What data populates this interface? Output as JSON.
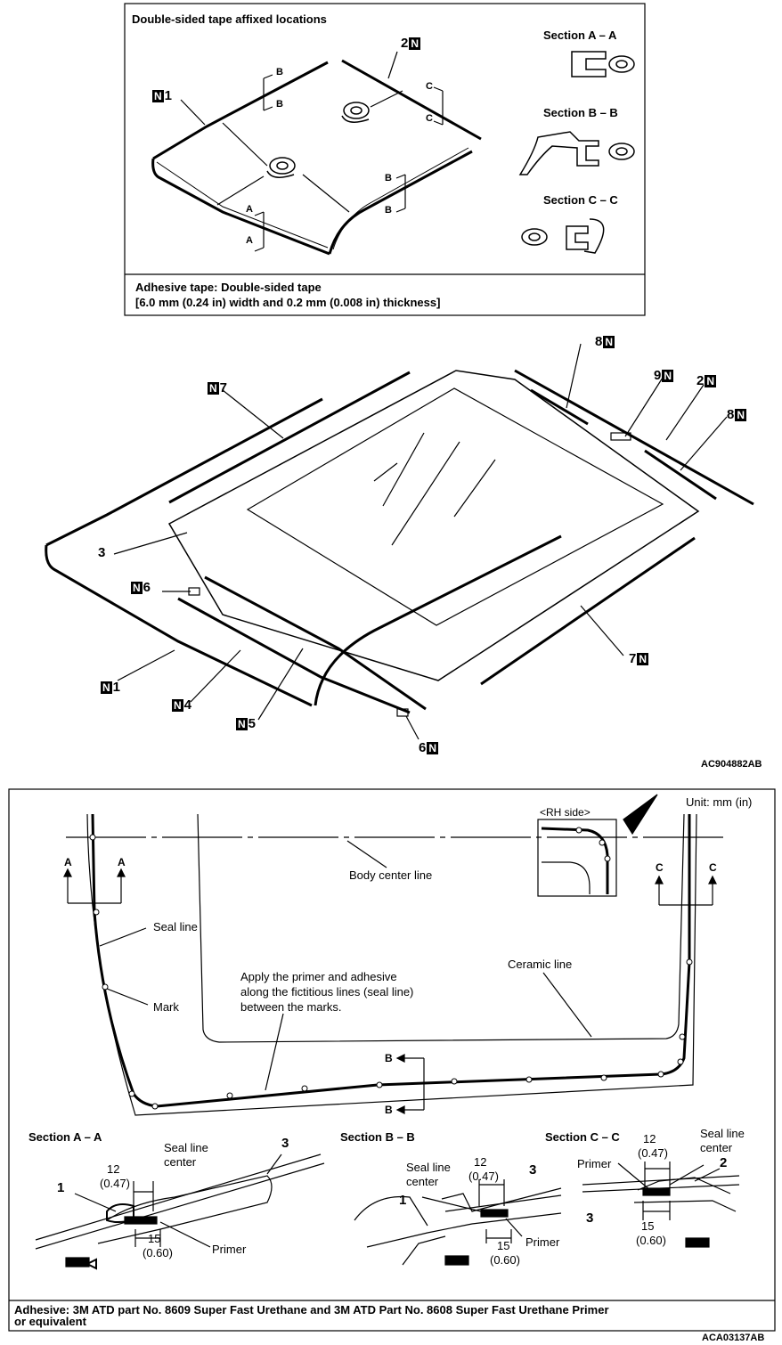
{
  "top_box": {
    "title": "Double-sided tape affixed locations",
    "section_aa": "Section A – A",
    "section_bb": "Section B – B",
    "section_cc": "Section C – C",
    "tape_line1": "Adhesive tape: Double-sided tape",
    "tape_line2": "[6.0 mm (0.24 in) width and 0.2 mm (0.008 in) thickness]",
    "callout_n": "N",
    "callout_1": "1",
    "callout_2": "2",
    "sec_a": "A",
    "sec_b": "B",
    "sec_c": "C"
  },
  "middle": {
    "labels": {
      "p1": "1",
      "p2": "2",
      "p3": "3",
      "p4": "4",
      "p5": "5",
      "p6": "6",
      "p7": "7",
      "p8": "8",
      "p9": "9",
      "n": "N"
    },
    "code": "AC904882AB"
  },
  "bottom_box": {
    "unit": "Unit: mm (in)",
    "rh_side": "<RH side>",
    "body_center_line": "Body center line",
    "seal_line": "Seal line",
    "mark": "Mark",
    "ceramic_line": "Ceramic line",
    "instruction_1": "Apply the primer and adhesive",
    "instruction_2": "along the fictitious lines (seal line)",
    "instruction_3": "between the marks.",
    "sec_a": "A",
    "sec_b": "B",
    "sec_c": "C",
    "section_aa": "Section A – A",
    "section_bb": "Section B – B",
    "section_cc": "Section C – C",
    "seal_line_center_1": "Seal line",
    "seal_line_center_2": "center",
    "dim_12": "12",
    "dim_12_in": "(0.47)",
    "dim_15": "15",
    "dim_15_in": "(0.60)",
    "primer": "Primer",
    "part_1": "1",
    "part_2": "2",
    "part_3": "3",
    "adhesive_line1": "Adhesive: 3M ATD part No. 8609 Super Fast Urethane and 3M ATD Part No. 8608 Super Fast Urethane Primer",
    "adhesive_line2": "or equivalent"
  },
  "bottom_code": "ACA03137AB"
}
